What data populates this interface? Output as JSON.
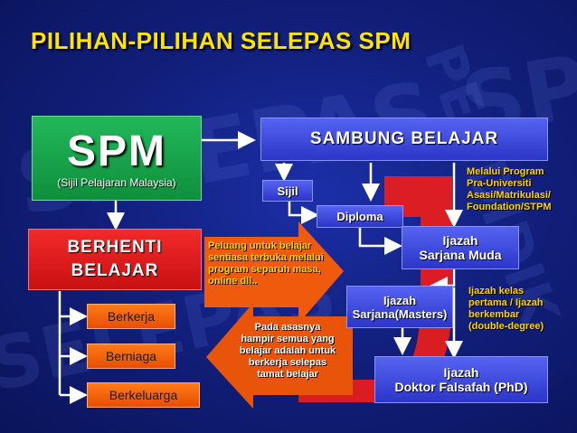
{
  "title": "PILIHAN-PILIHAN SELEPAS SPM",
  "watermark": [
    "SELEPAS SPM",
    "PENDIDIK",
    "SELEPAS"
  ],
  "spm": {
    "label": "SPM",
    "subtitle": "(Sijil Pelajaran Malaysia)"
  },
  "berhenti": {
    "line1": "BERHENTI",
    "line2": "BELAJAR"
  },
  "options": [
    "Berkerja",
    "Berniaga",
    "Berkeluarga"
  ],
  "sambung": "SAMBUNG BELAJAR",
  "sijil": "Sijil",
  "diploma": "Diploma",
  "sarjana_muda": {
    "line1": "Ijazah",
    "line2": "Sarjana Muda"
  },
  "sarjana": {
    "line1": "Ijazah",
    "line2": "Sarjana(Masters)"
  },
  "phd": {
    "line1": "Ijazah",
    "line2": "Doktor Falsafah (PhD)"
  },
  "note_peluang": [
    "Peluang untuk belajar",
    "sentiasa terbuka melalui",
    "program separuh masa,",
    "online dll.."
  ],
  "note_asas": [
    "Pada asasnya",
    "hampir semua yang",
    "belajar  adalah untuk",
    "berkerja selepas",
    "tamat belajar"
  ],
  "note_melalui": [
    "Melalui  Program",
    "Pra-Universiti",
    "Asasi/Matrikulasi/",
    "Foundation/STPM"
  ],
  "note_ijazah": [
    "Ijazah kelas",
    "pertama / Ijazah",
    "berkembar",
    "(double-degree)"
  ],
  "colors": {
    "title": "#ffe400",
    "green": "#17a84a",
    "red": "#e81c1c",
    "orange": "#f06010",
    "blue": "#3a44d8",
    "note": "#ffd200"
  }
}
